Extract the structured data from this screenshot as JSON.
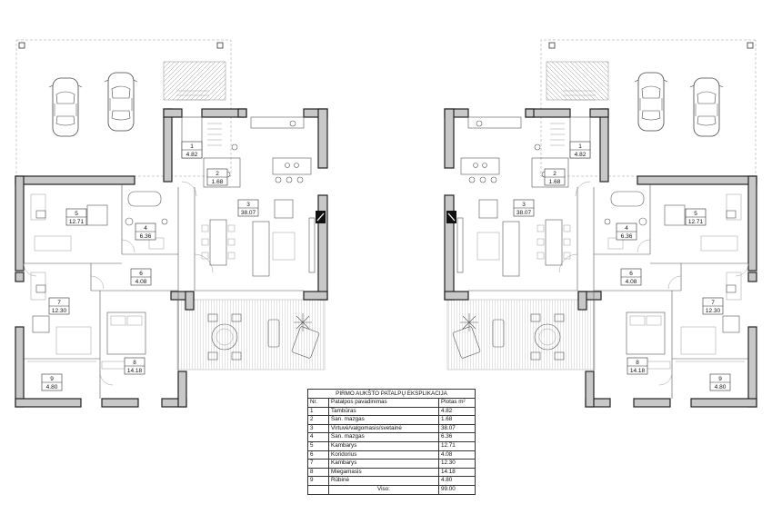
{
  "legend": {
    "title": "PIRMO AUKŠTO PATALPŲ EKSPLIKACIJA",
    "headers": {
      "nr": "Nr.",
      "name": "Patalpos pavadinimas",
      "area": "Plotas m²"
    },
    "rows": [
      {
        "nr": "1",
        "name": "Tambūras",
        "area": "4.82"
      },
      {
        "nr": "2",
        "name": "San. mazgas",
        "area": "1.68"
      },
      {
        "nr": "3",
        "name": "Virtuvė/valgomasis/svetainė",
        "area": "38.07"
      },
      {
        "nr": "4",
        "name": "San. mazgas",
        "area": "6.36"
      },
      {
        "nr": "5",
        "name": "Kambarys",
        "area": "12.71"
      },
      {
        "nr": "6",
        "name": "Koridorius",
        "area": "4.08"
      },
      {
        "nr": "7",
        "name": "Kambarys",
        "area": "12.30"
      },
      {
        "nr": "8",
        "name": "Miegamasis",
        "area": "14.18"
      },
      {
        "nr": "9",
        "name": "Rūbinė",
        "area": "4.80"
      }
    ],
    "total_label": "Viso:",
    "total_area": "99.00"
  },
  "room_labels": [
    {
      "nr": "1",
      "area": "4.82"
    },
    {
      "nr": "2",
      "area": "1.68"
    },
    {
      "nr": "3",
      "area": "38.07"
    },
    {
      "nr": "4",
      "area": "6.36"
    },
    {
      "nr": "5",
      "area": "12.71"
    },
    {
      "nr": "6",
      "area": "4.08"
    },
    {
      "nr": "7",
      "area": "12.30"
    },
    {
      "nr": "8",
      "area": "14.18"
    },
    {
      "nr": "9",
      "area": "4.80"
    }
  ]
}
